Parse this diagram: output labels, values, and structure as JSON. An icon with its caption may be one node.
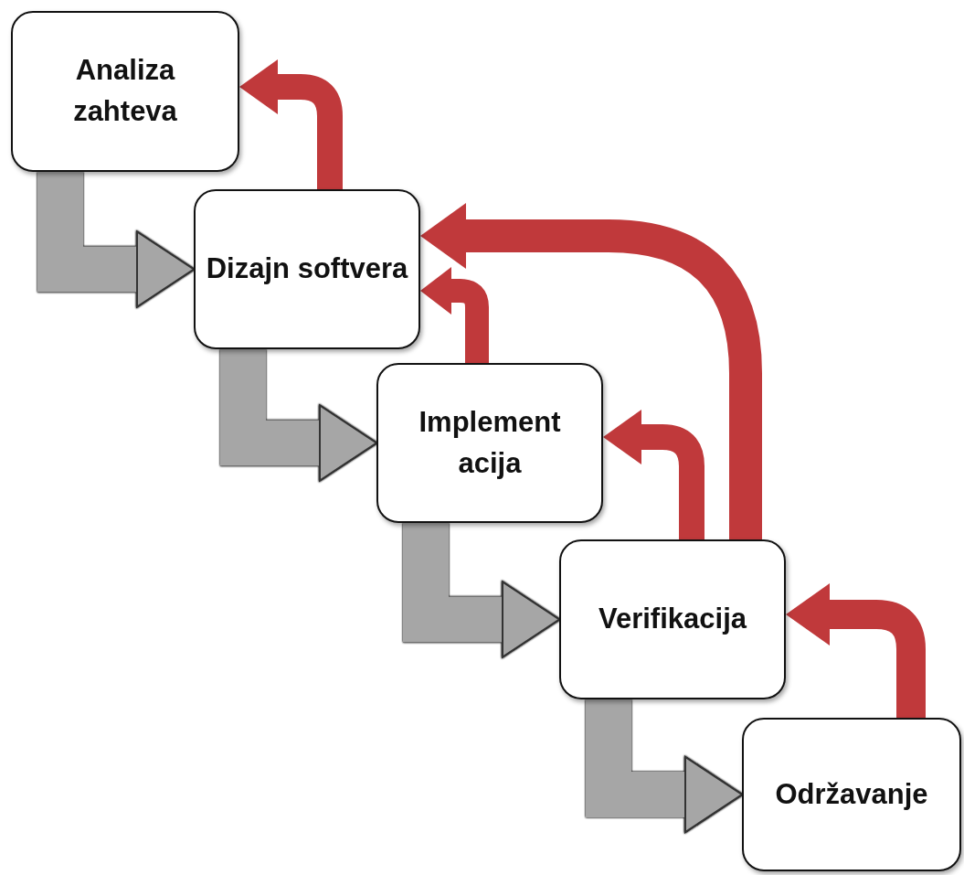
{
  "diagram": {
    "nodes": [
      {
        "text": [
          "Analiza zahteva"
        ]
      },
      {
        "text": [
          "Dizajn softvera"
        ]
      },
      {
        "text": [
          "Implement acija"
        ]
      },
      {
        "text": [
          "Verifikacija"
        ]
      },
      {
        "text": [
          "Održavanje"
        ]
      }
    ],
    "edges": [
      {
        "from": 0,
        "to": 1,
        "arrow": "to",
        "color": "#a6a6a6"
      },
      {
        "from": 1,
        "to": 2,
        "arrow": "to",
        "color": "#a6a6a6"
      },
      {
        "from": 2,
        "to": 3,
        "arrow": "to",
        "color": "#a6a6a6"
      },
      {
        "from": 3,
        "to": 4,
        "arrow": "to",
        "color": "#a6a6a6"
      },
      {
        "from": 1,
        "to": 0,
        "arrow": "to"
      },
      {
        "from": 2,
        "to": 1,
        "arrow": "to"
      },
      {
        "from": 3,
        "to": 2,
        "arrow": "to"
      },
      {
        "from": 3,
        "to": 1,
        "arrow": "to"
      },
      {
        "from": 4,
        "to": 3,
        "arrow": "to"
      }
    ]
  }
}
